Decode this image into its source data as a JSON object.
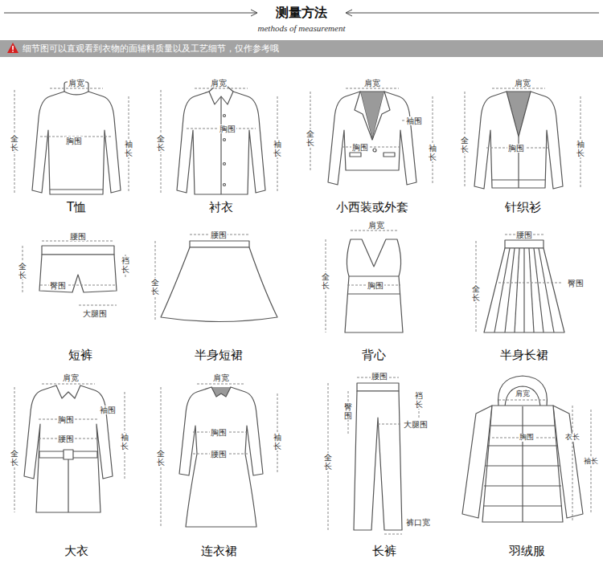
{
  "diagram": {
    "title": "测量方法",
    "labels": [
      "methods of measurement",
      "细节图可以直观看到衣物的面辅料质量以及工艺细节，仅作参考哦",
      "肩宽",
      "全长",
      "胸围",
      "袖长",
      "T恤",
      "肩宽",
      "全长",
      "胸围",
      "袖长",
      "衬衣",
      "肩宽",
      "袖围",
      "全长",
      "胸围",
      "袖长",
      "小西装或外套",
      "肩宽",
      "全长",
      "胸围",
      "袖长",
      "针织衫",
      "腰围",
      "全长",
      "臀围",
      "裆长",
      "大腿围",
      "短裤",
      "腰围",
      "全长",
      "半身短裙",
      "肩宽",
      "全长",
      "胸围",
      "背心",
      "腰围",
      "全长",
      "臀围",
      "半身长裙",
      "肩宽",
      "全长",
      "胸围",
      "袖围",
      "腰围",
      "袖长",
      "大衣",
      "肩宽",
      "全长",
      "胸围",
      "腰围",
      "袖长",
      "连衣裙",
      "腰围",
      "臀围",
      "裆长",
      "大腿围",
      "全长",
      "裤口宽",
      "长裤",
      "肩宽",
      "胸围",
      "衣长",
      "袖长",
      "羽绒服"
    ]
  }
}
